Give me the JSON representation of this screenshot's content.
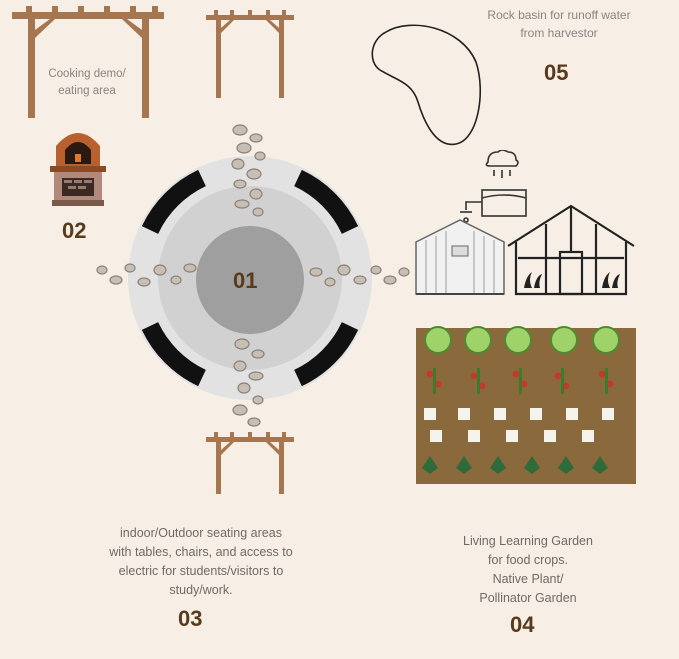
{
  "captions": {
    "cooking": "Cooking demo/\neating area",
    "rock_basin": "Rock basin for runoff water\nfrom harvestor",
    "seating": "indoor/Outdoor seating areas\nwith tables, chairs, and access to\nelectric for students/visitors to\nstudy/work.",
    "garden": "Living Learning Garden\nfor food crops.\nNative Plant/\nPollinator Garden"
  },
  "labels": {
    "center": "01",
    "oven": "02",
    "seating": "03",
    "garden": "04",
    "rock_basin": "05"
  },
  "colors": {
    "background": "#f7efe6",
    "number_text": "#5a3a1c",
    "wood": "#a5764f",
    "soil": "#8a6a3c",
    "outer_circle": "#e2e2e2",
    "inner_circle": "#9f9f9f",
    "arc": "#111111"
  },
  "icons": [
    "pergola-icon",
    "brick-oven-icon",
    "rain-barrel-icon",
    "shed-icon",
    "greenhouse-icon",
    "rock-basin-icon",
    "garden-bed-icon"
  ]
}
